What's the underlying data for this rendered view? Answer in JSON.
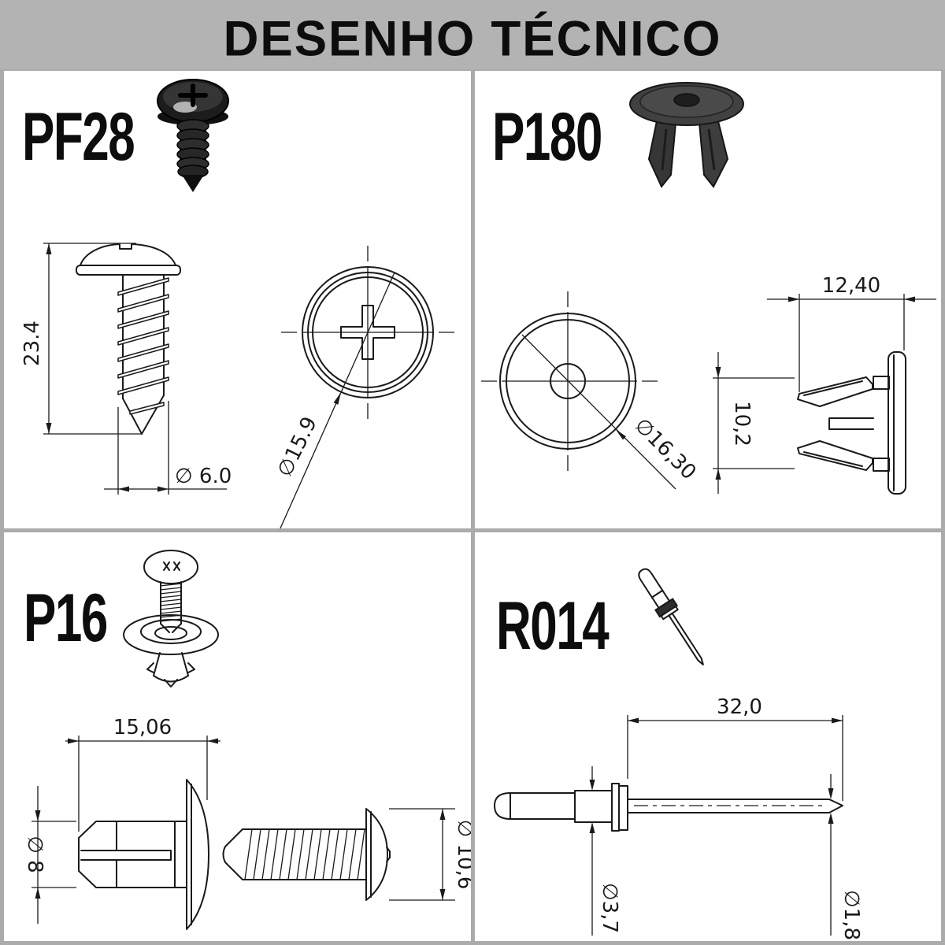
{
  "title": "DESENHO TÉCNICO",
  "colors": {
    "band": "#b3b3b3",
    "frame": "#ababab",
    "paper": "#ffffff",
    "line": "#1a1a1a"
  },
  "parts": {
    "pf28": {
      "label": "PF28",
      "dims": {
        "length": "23.4",
        "thread_dia": "∅ 6.0",
        "head_dia": "∅15.9"
      }
    },
    "p180": {
      "label": "P180",
      "dims": {
        "width": "12,40",
        "height": "10,2",
        "head_dia": "∅16,30"
      }
    },
    "p16": {
      "label": "P16",
      "dims": {
        "length": "15,06",
        "body_dia": "∅ 8",
        "head_dia": "∅ 10,6"
      }
    },
    "r014": {
      "label": "R014",
      "dims": {
        "length": "32,0",
        "body_dia": "∅3,7",
        "mandrel_dia": "∅1,8"
      }
    }
  }
}
